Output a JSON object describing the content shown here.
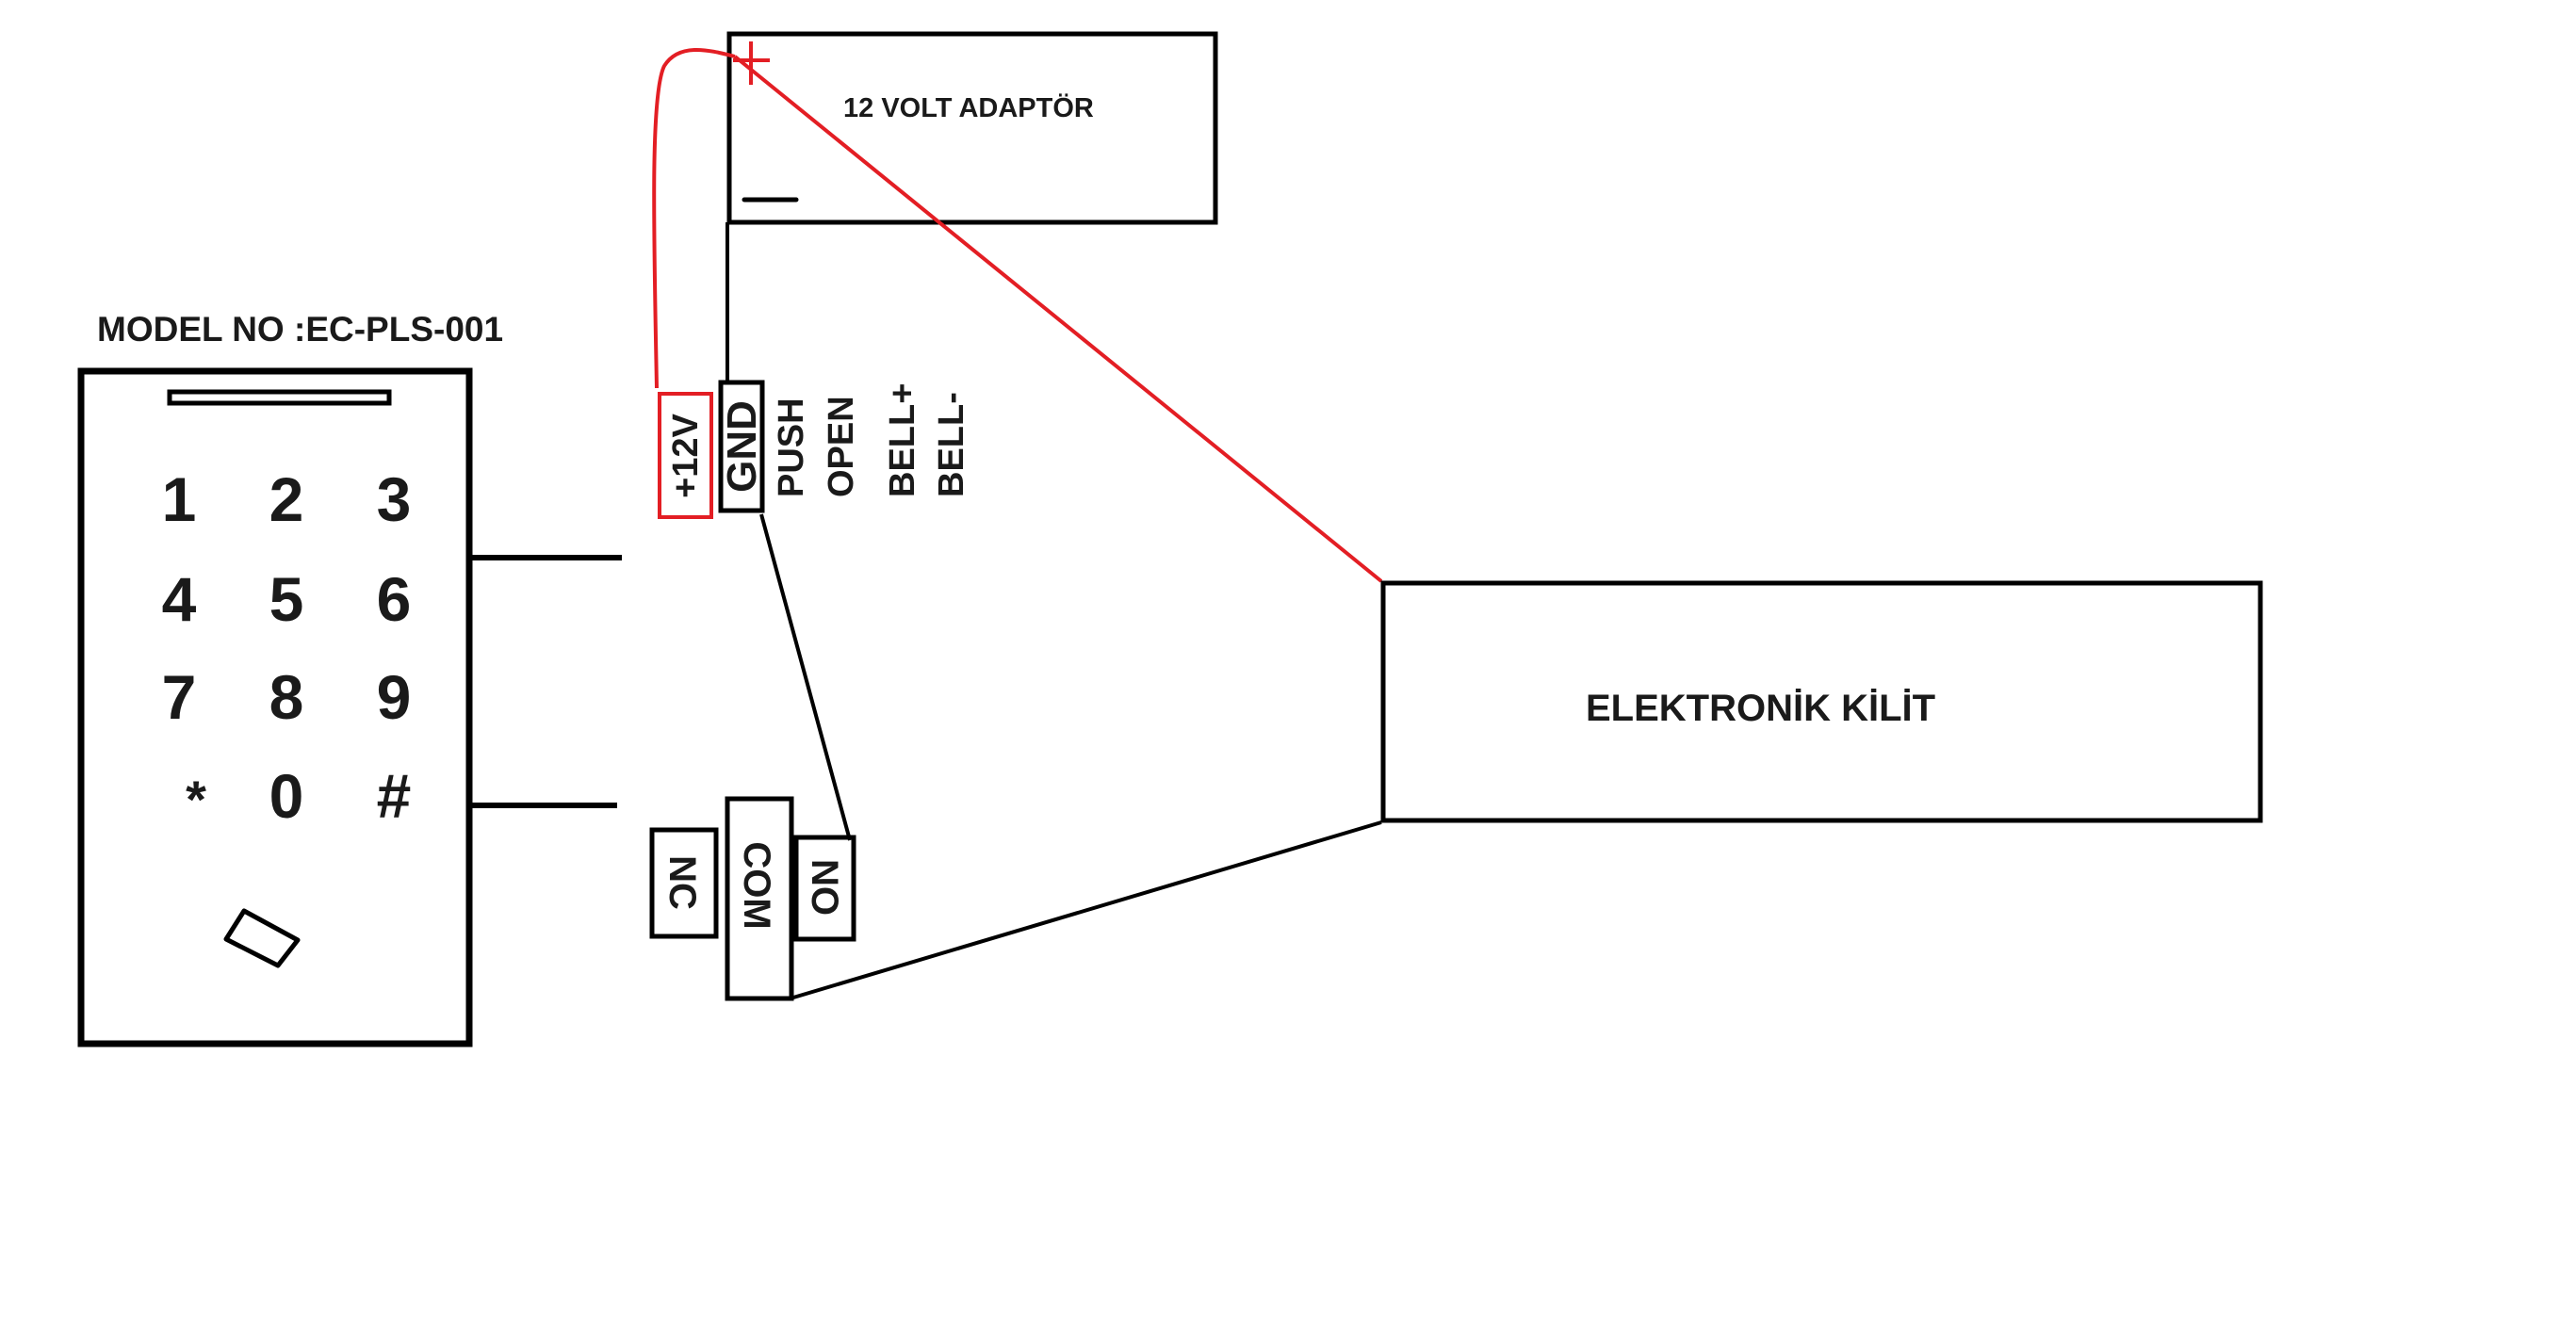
{
  "diagram": {
    "keypad": {
      "model_label": "MODEL NO :EC-PLS-001",
      "keys": [
        [
          "1",
          "2",
          "3"
        ],
        [
          "4",
          "5",
          "6"
        ],
        [
          "7",
          "8",
          "9"
        ],
        [
          "*",
          "0",
          "#"
        ]
      ]
    },
    "adapter": {
      "label": "12 VOLT ADAPTÖR",
      "plus_symbol": "+",
      "minus_symbol": "—"
    },
    "terminals": {
      "power": [
        {
          "label": "+12V",
          "highlight": "red"
        },
        {
          "label": "GND",
          "highlight": "black"
        }
      ],
      "inputs": [
        "PUSH",
        "OPEN",
        "BELL+",
        "BELL-"
      ],
      "relay": [
        "NC",
        "COM",
        "NO"
      ]
    },
    "lock": {
      "label": "ELEKTRONİK KİLİT"
    },
    "colors": {
      "wire_positive": "#e31e24",
      "wire_default": "#000000",
      "text": "#1a1a1a",
      "background": "#ffffff"
    }
  }
}
